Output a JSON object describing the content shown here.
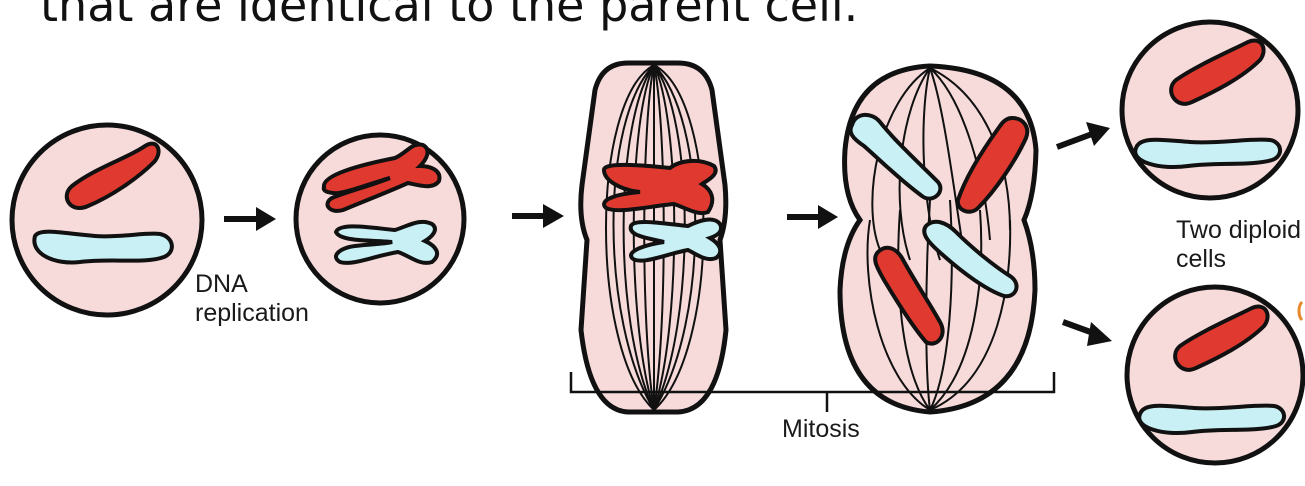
{
  "heading": {
    "text": "that are identical to the parent cell."
  },
  "labels": {
    "dna_replication_line1": "DNA",
    "dna_replication_line2": "replication",
    "mitosis": "Mitosis",
    "two_diploid_line1": "Two diploid",
    "two_diploid_line2": "cells"
  },
  "colors": {
    "cell_fill": "#f7dada",
    "outline": "#111111",
    "red_chromosome": "#e03a30",
    "blue_chromosome": "#c9f1f5",
    "arrow": "#111111"
  },
  "stages": [
    "parent-cell",
    "replicated-cell",
    "metaphase-cell",
    "anaphase-cell",
    "daughter-cell-top",
    "daughter-cell-bottom"
  ]
}
